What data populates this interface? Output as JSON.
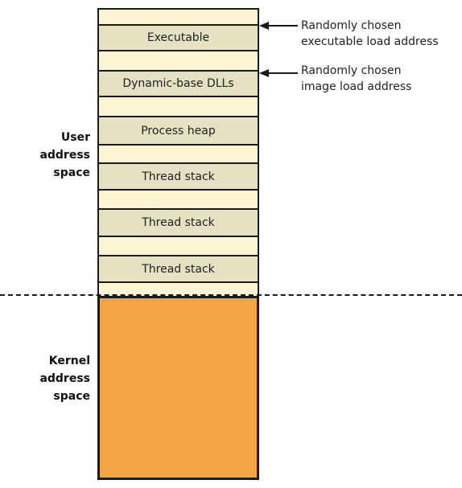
{
  "user_space_label": [
    "User",
    "address",
    "space"
  ],
  "kernel_space_label": [
    "Kernel",
    "address",
    "space"
  ],
  "blocks": [
    {
      "label": "Executable"
    },
    {
      "label": "Dynamic-base DLLs"
    },
    {
      "label": "Process heap"
    },
    {
      "label": "Thread stack"
    },
    {
      "label": "Thread stack"
    },
    {
      "label": "Thread stack"
    }
  ],
  "annotations": [
    {
      "lines": [
        "Randomly chosen",
        "executable load address"
      ]
    },
    {
      "lines": [
        "Randomly chosen",
        "image load address"
      ]
    }
  ],
  "colors": {
    "user_space_fill": "#fbf5d3",
    "block_fill": "#e5e2c3",
    "kernel_space_fill": "#f4a442",
    "outline": "#1a1a1a"
  }
}
